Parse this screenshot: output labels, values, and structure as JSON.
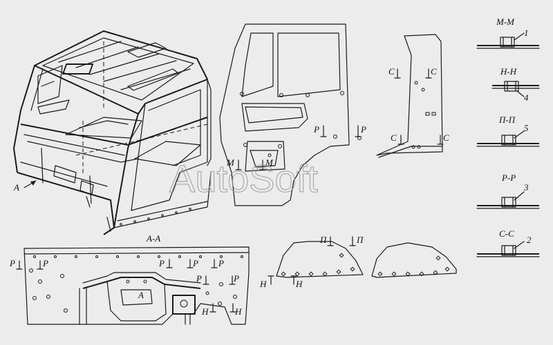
{
  "watermark": "AutoSoft",
  "view_labels": {
    "arrow_a": "A",
    "section_aa": "A-A"
  },
  "section_titles": {
    "mm": "М-М",
    "nn": "Н-Н",
    "pp": "П-П",
    "rr": "Р-Р",
    "ss": "С-С"
  },
  "callouts": {
    "mm": "1",
    "nn": "4",
    "pp": "5",
    "rr": "3",
    "ss": "2"
  },
  "markers": {
    "c": "С",
    "p": "Р",
    "m": "М",
    "n": "Н",
    "pi": "П"
  }
}
